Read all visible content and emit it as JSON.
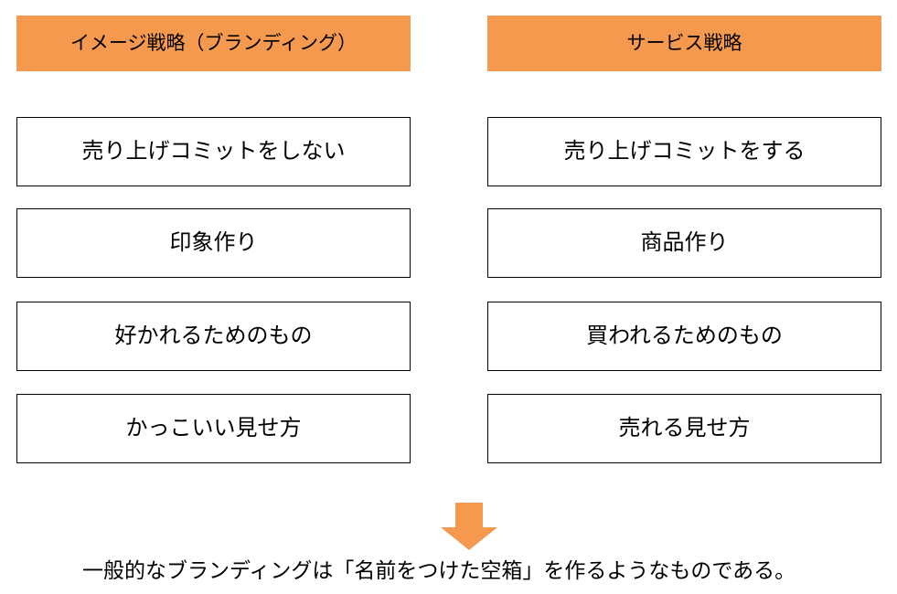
{
  "colors": {
    "accent_orange": "#F4994D",
    "box_border": "#000000",
    "text": "#000000",
    "background": "#FFFFFF"
  },
  "columns": [
    {
      "header": "イメージ戦略（ブランディング）",
      "items": [
        "売り上げコミットをしない",
        "印象作り",
        "好かれるためのもの",
        "かっこいい見せ方"
      ]
    },
    {
      "header": "サービス戦略",
      "items": [
        "売り上げコミットをする",
        "商品作り",
        "買われるためのもの",
        "売れる見せ方"
      ]
    }
  ],
  "arrow": {
    "icon": "down-arrow",
    "color": "#F4994D"
  },
  "conclusion": "一般的なブランディングは「名前をつけた空箱」を作るようなものである。"
}
